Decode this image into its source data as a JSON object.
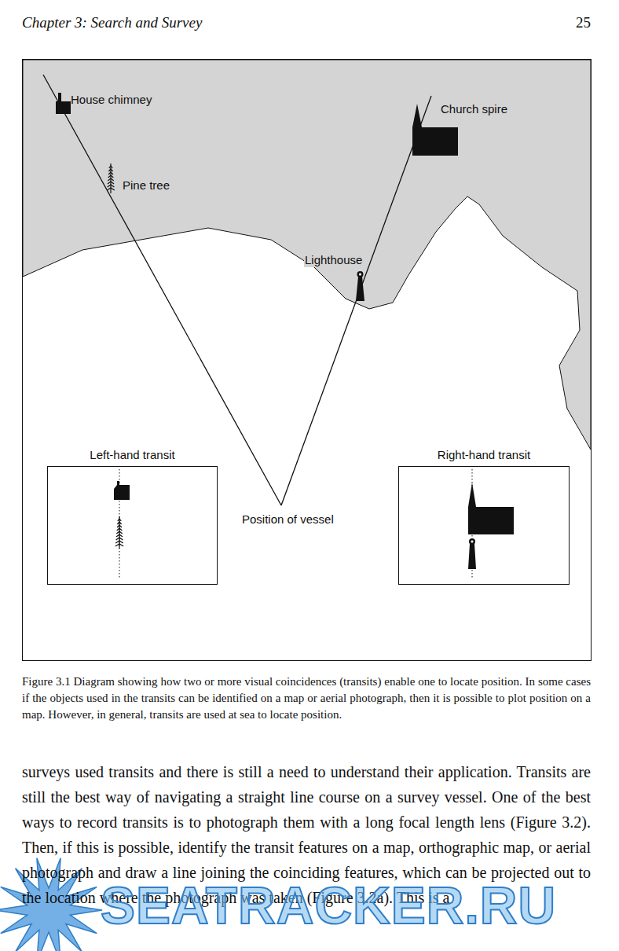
{
  "diagram": {
    "caption": "Figure 3.1 Diagram showing how two or more visual coincidences (transits) enable one to locate position. In some cases if the objects used in the transits can be identified on a map or aerial photograph, then it is possible to plot position on a map. However, in general, transits are used at sea to locate position.",
    "nodes": [
      {
        "text": [
          "Left-hand transit"
        ]
      },
      {
        "text": [
          "Right-hand transit"
        ]
      }
    ],
    "labels": [
      "Chapter 3: Search and Survey",
      "25",
      "House chimney",
      "Pine tree",
      "Church spire",
      "Lighthouse",
      "Position of vessel",
      "surveys used transits and there is still a need to understand their application. Transits are still the best way of navigating a straight line course on a survey vessel. One of the best ways to record transits is to photograph them with a long focal length lens (Figure 3.2). Then, if this is possible, identify the transit features on a map, orthographic map, or aerial photograph and draw a line joining the coinciding features, which can be projected out to the location where the photograph was taken (Figure 3.2a). This is a",
      "SEATRACKER.RU"
    ]
  }
}
